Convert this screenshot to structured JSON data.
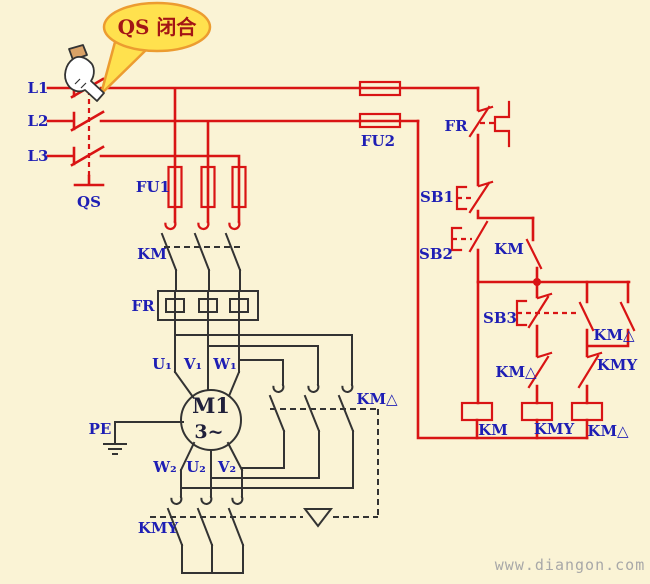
{
  "callout": {
    "text": "QS 闭合"
  },
  "power": {
    "l1": "L1",
    "l2": "L2",
    "l3": "L3",
    "qs": "QS",
    "fu1": "FU1",
    "fu2": "FU2",
    "km_main": "KM",
    "fr_main": "FR"
  },
  "motor": {
    "name": "M1",
    "phase": "3~",
    "u1": "U₁",
    "v1": "V₁",
    "w1": "W₁",
    "w2": "W₂",
    "u2": "U₂",
    "v2": "V₂",
    "pe": "PE",
    "kmy": "KMY",
    "km_delta": "KM△"
  },
  "control": {
    "fr": "FR",
    "sb1": "SB1",
    "sb2": "SB2",
    "sb3": "SB3",
    "km_aux": "KM",
    "km_delta_aux": "KM△",
    "km_delta_nc": "KM△",
    "kmy_nc": "KMY",
    "coil_km": "KM",
    "coil_kmy": "KMY",
    "coil_km_delta": "KM△"
  },
  "watermark": {
    "text": "www.diangon.com"
  },
  "colors": {
    "background": "#faf3d5",
    "wire_energized": "#d91414",
    "wire_deenergized": "#333333",
    "label_blue": "#1e1eb4",
    "balloon_fill": "#ffe14e",
    "balloon_stroke": "#ec9c30",
    "balloon_text": "#a31515",
    "watermark_gray": "#a8a8a8"
  }
}
